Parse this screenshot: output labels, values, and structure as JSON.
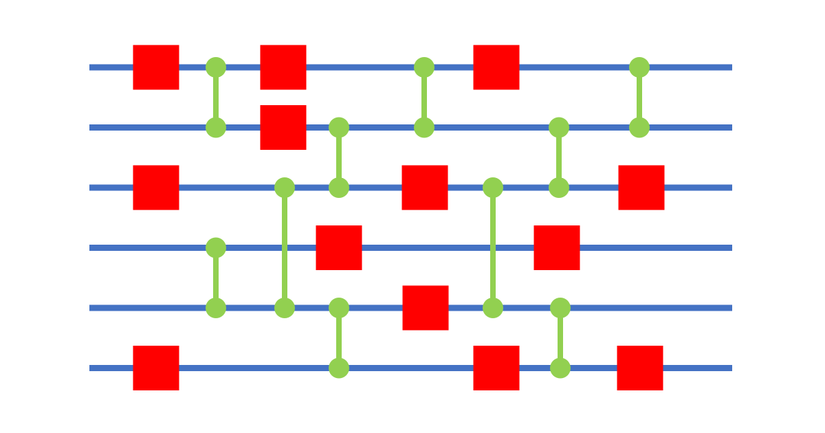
{
  "colors": {
    "background": "#ffffff",
    "wire": "#4472c4",
    "gate": "#ff0000",
    "connector": "#92d050"
  },
  "circuit": {
    "wire_count": 6,
    "single_gates": [
      {
        "wire": 0,
        "col": 1
      },
      {
        "wire": 0,
        "col": 3
      },
      {
        "wire": 0,
        "col": 8
      },
      {
        "wire": 1,
        "col": 3
      },
      {
        "wire": 2,
        "col": 1
      },
      {
        "wire": 2,
        "col": 6
      },
      {
        "wire": 2,
        "col": 11
      },
      {
        "wire": 3,
        "col": 5
      },
      {
        "wire": 3,
        "col": 9
      },
      {
        "wire": 4,
        "col": 6
      },
      {
        "wire": 5,
        "col": 1
      },
      {
        "wire": 5,
        "col": 8
      },
      {
        "wire": 5,
        "col": 11
      }
    ],
    "two_wire_gates": [
      {
        "col": 2,
        "wires": [
          0,
          1
        ]
      },
      {
        "col": 2,
        "wires": [
          3,
          4
        ]
      },
      {
        "col": 4,
        "wires": [
          2,
          4
        ]
      },
      {
        "col": 5,
        "wires": [
          1,
          2
        ]
      },
      {
        "col": 5,
        "wires": [
          4,
          5
        ]
      },
      {
        "col": 7,
        "wires": [
          0,
          1
        ]
      },
      {
        "col": 8,
        "wires": [
          2,
          4
        ]
      },
      {
        "col": 10,
        "wires": [
          1,
          2
        ]
      },
      {
        "col": 10,
        "wires": [
          4,
          5
        ]
      },
      {
        "col": 12,
        "wires": [
          0,
          1
        ]
      }
    ]
  }
}
